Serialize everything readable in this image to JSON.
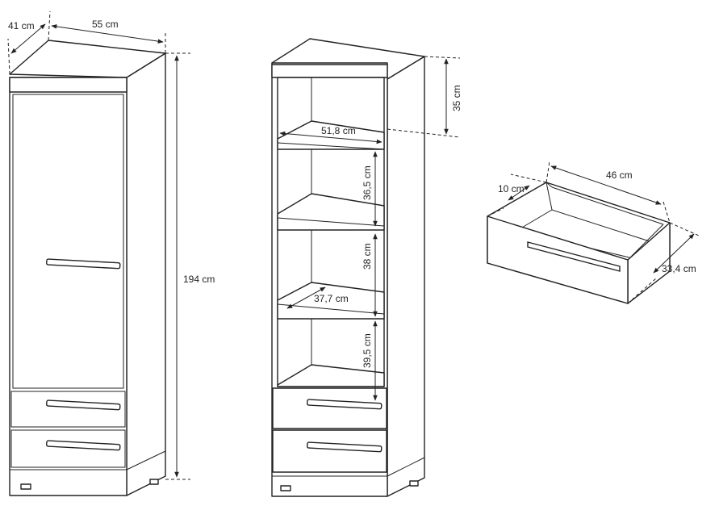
{
  "cabinet": {
    "depth": "41 cm",
    "width": "55 cm",
    "height": "194 cm"
  },
  "bookcase": {
    "top_section": "35 cm",
    "inner_width": "51,8 cm",
    "shelf1": "36,5 cm",
    "shelf2": "38 cm",
    "shelf_depth": "37,7 cm",
    "shelf3": "39,5 cm"
  },
  "drawer": {
    "height": "10 cm",
    "width": "46 cm",
    "depth": "33,4 cm"
  },
  "colors": {
    "line": "#222222",
    "background": "#ffffff"
  }
}
